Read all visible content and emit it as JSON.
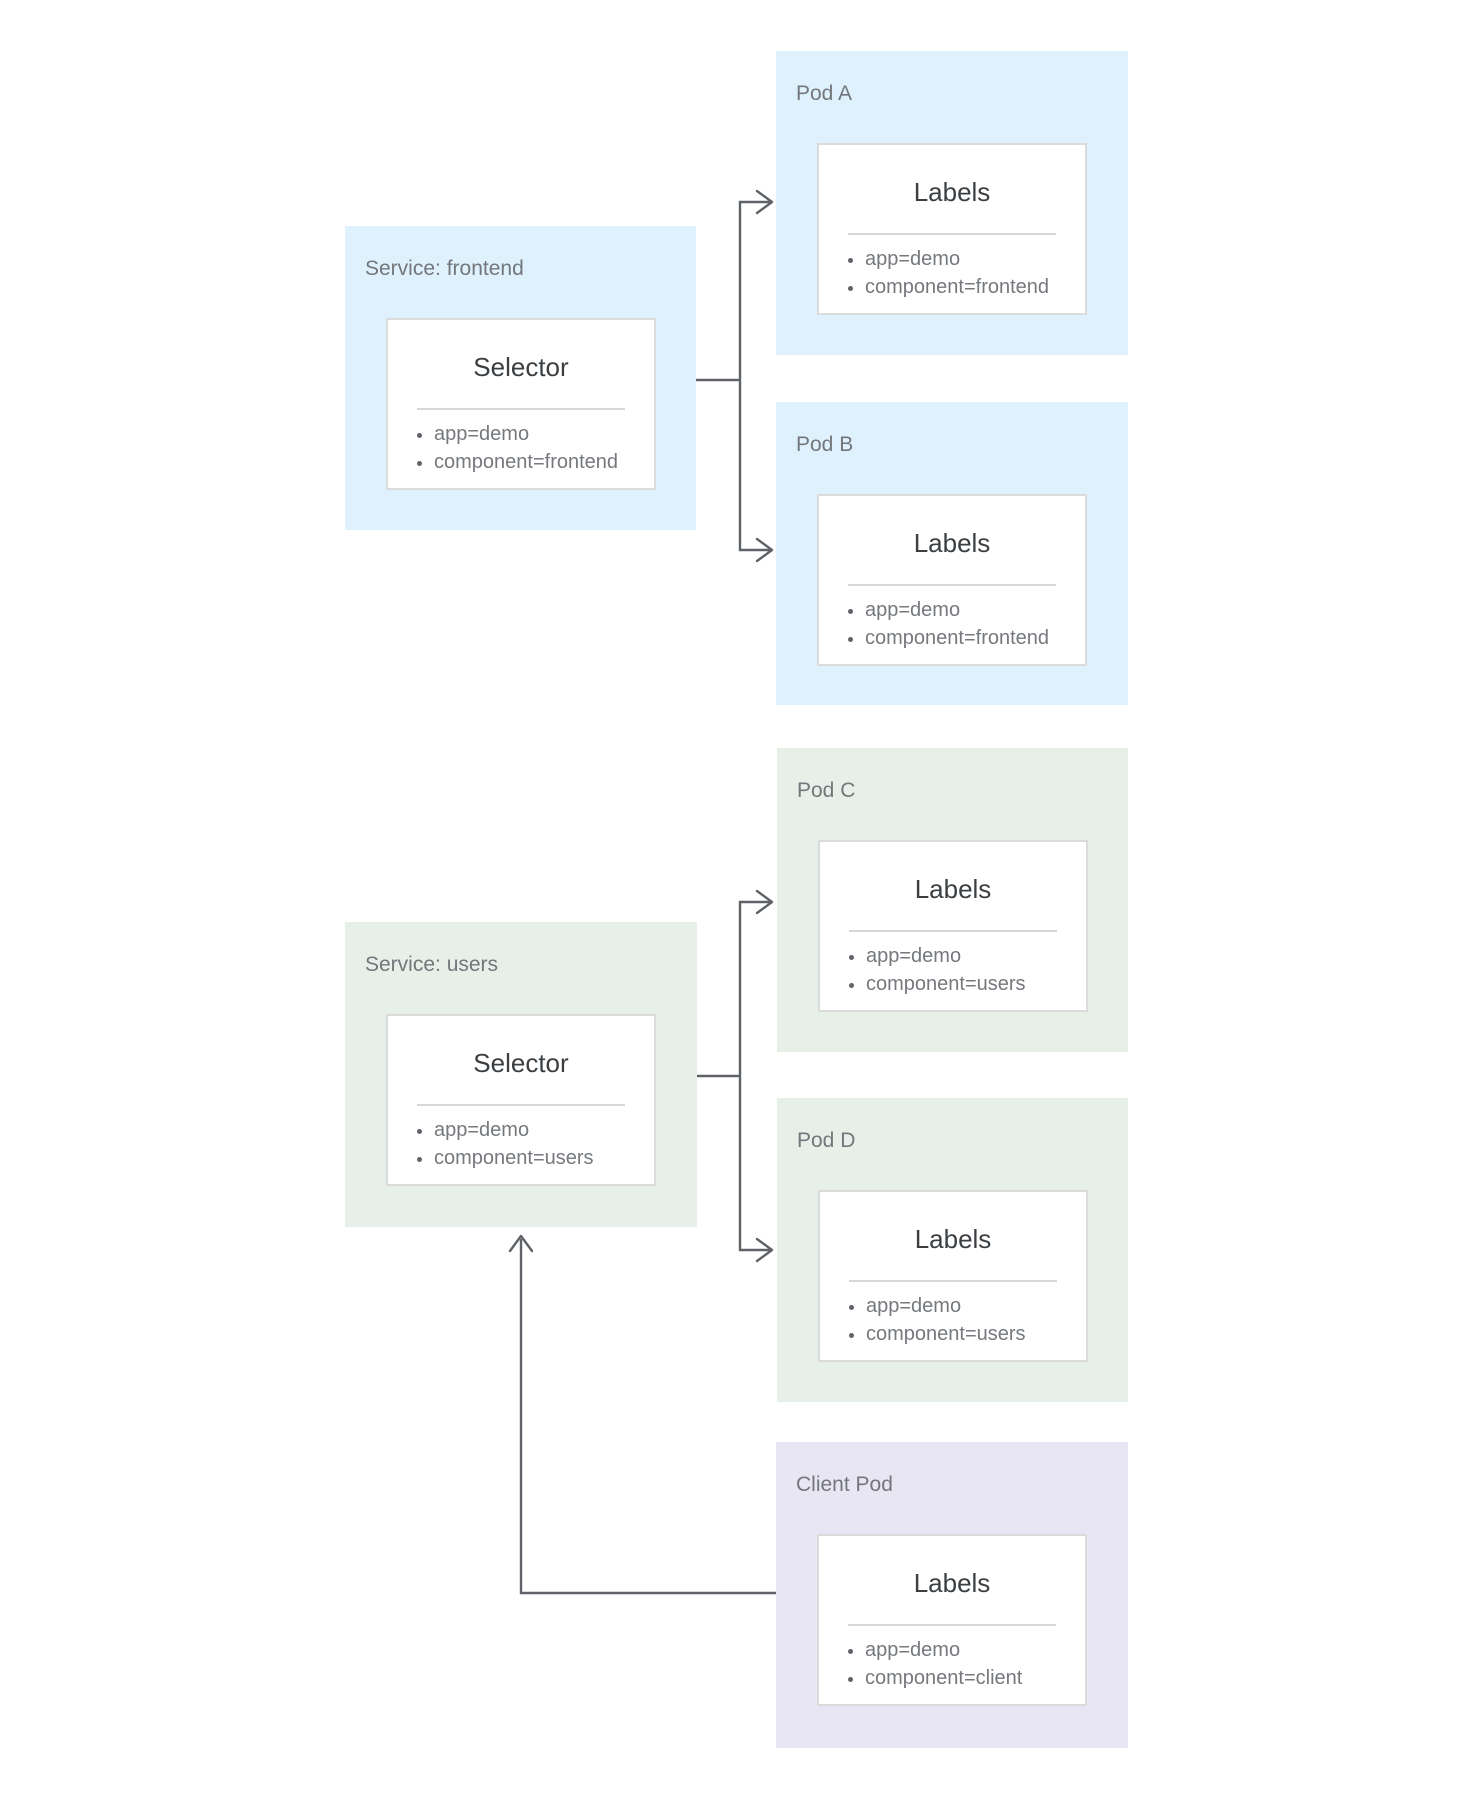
{
  "palette": {
    "service_frontend_fill": "#dff1fc",
    "service_users_fill": "#e7efe9",
    "client_pod_fill": "#e9e6f4",
    "card_background": "#ffffff",
    "card_border": "#dbdbdb",
    "divider": "#d8d8d8",
    "title_text": "#3b3f42",
    "muted_text": "#75787c",
    "connector": "#5f6368"
  },
  "boxes": [
    {
      "id": "service-frontend",
      "label": "Service: frontend",
      "card_title": "Selector",
      "items": [
        "app=demo",
        "component=frontend"
      ]
    },
    {
      "id": "pod-a",
      "label": "Pod A",
      "card_title": "Labels",
      "items": [
        "app=demo",
        "component=frontend"
      ]
    },
    {
      "id": "pod-b",
      "label": "Pod B",
      "card_title": "Labels",
      "items": [
        "app=demo",
        "component=frontend"
      ]
    },
    {
      "id": "service-users",
      "label": "Service: users",
      "card_title": "Selector",
      "items": [
        "app=demo",
        "component=users"
      ]
    },
    {
      "id": "pod-c",
      "label": "Pod C",
      "card_title": "Labels",
      "items": [
        "app=demo",
        "component=users"
      ]
    },
    {
      "id": "pod-d",
      "label": "Pod D",
      "card_title": "Labels",
      "items": [
        "app=demo",
        "component=users"
      ]
    },
    {
      "id": "client-pod",
      "label": "Client Pod",
      "card_title": "Labels",
      "items": [
        "app=demo",
        "component=client"
      ]
    }
  ],
  "connections": [
    {
      "from": "service-frontend",
      "to": "pod-a"
    },
    {
      "from": "service-frontend",
      "to": "pod-b"
    },
    {
      "from": "service-users",
      "to": "pod-c"
    },
    {
      "from": "service-users",
      "to": "pod-d"
    },
    {
      "from": "client-pod",
      "to": "service-users"
    }
  ]
}
